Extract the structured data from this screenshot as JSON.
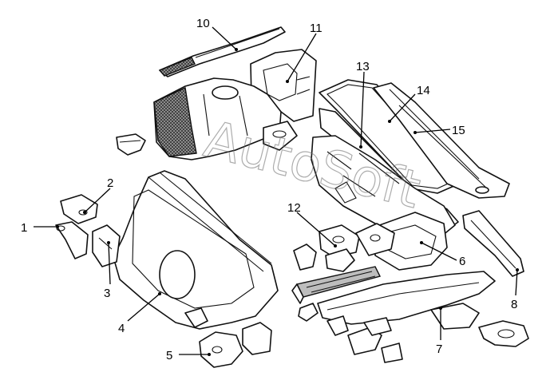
{
  "watermark": "AutoSoft",
  "callouts": [
    {
      "id": "1",
      "label": "1"
    },
    {
      "id": "2",
      "label": "2"
    },
    {
      "id": "3",
      "label": "3"
    },
    {
      "id": "4",
      "label": "4"
    },
    {
      "id": "5",
      "label": "5"
    },
    {
      "id": "6",
      "label": "6"
    },
    {
      "id": "7",
      "label": "7"
    },
    {
      "id": "8",
      "label": "8"
    },
    {
      "id": "10",
      "label": "10"
    },
    {
      "id": "11",
      "label": "11"
    },
    {
      "id": "12",
      "label": "12"
    },
    {
      "id": "13",
      "label": "13"
    },
    {
      "id": "14",
      "label": "14"
    },
    {
      "id": "15",
      "label": "15"
    }
  ],
  "colors": {
    "line": "#111111",
    "background": "#ffffff",
    "hatch": "#888888"
  }
}
